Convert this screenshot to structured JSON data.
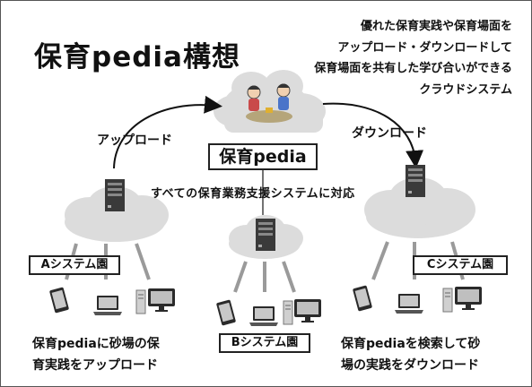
{
  "title": "保育pedia構想",
  "description": {
    "lines": [
      "優れた保育実践や保育場面を",
      "アップロード・ダウンロードして",
      "保育場面を共有した学び合いができる",
      "クラウドシステム"
    ]
  },
  "platform": {
    "label": "保育pedia"
  },
  "flows": {
    "upload_label": "アップロード",
    "download_label": "ダウンロード"
  },
  "support_label": "すべての保育業務支援システムに対応",
  "systems": [
    {
      "label": "Aシステム園",
      "caption_lines": [
        "保育pediaに砂場の保",
        "育実践をアップロード"
      ]
    },
    {
      "label": "Bシステム園"
    },
    {
      "label": "Cシステム園",
      "caption_lines": [
        "保育pediaを検索して砂",
        "場の実践をダウンロード"
      ]
    }
  ],
  "colors": {
    "ink": "#111111",
    "cloud": "#dcdcdc",
    "server": "#3a3a3a",
    "arrow": "#9a9a9a"
  }
}
